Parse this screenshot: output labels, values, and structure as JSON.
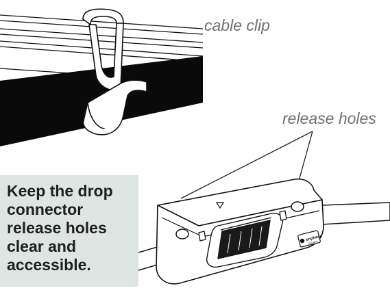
{
  "callouts": {
    "cable_clip": "cable clip",
    "release_holes": "release holes"
  },
  "note": {
    "text": "Keep the drop connector release holes clear and accessible."
  },
  "connector": {
    "logo_text": "enphase",
    "logo_subtext": "ENERGY"
  },
  "colors": {
    "note_background": "#dde6e2",
    "callout_text": "#707070",
    "rail_band": "#0a0a0a",
    "line": "#111111"
  }
}
